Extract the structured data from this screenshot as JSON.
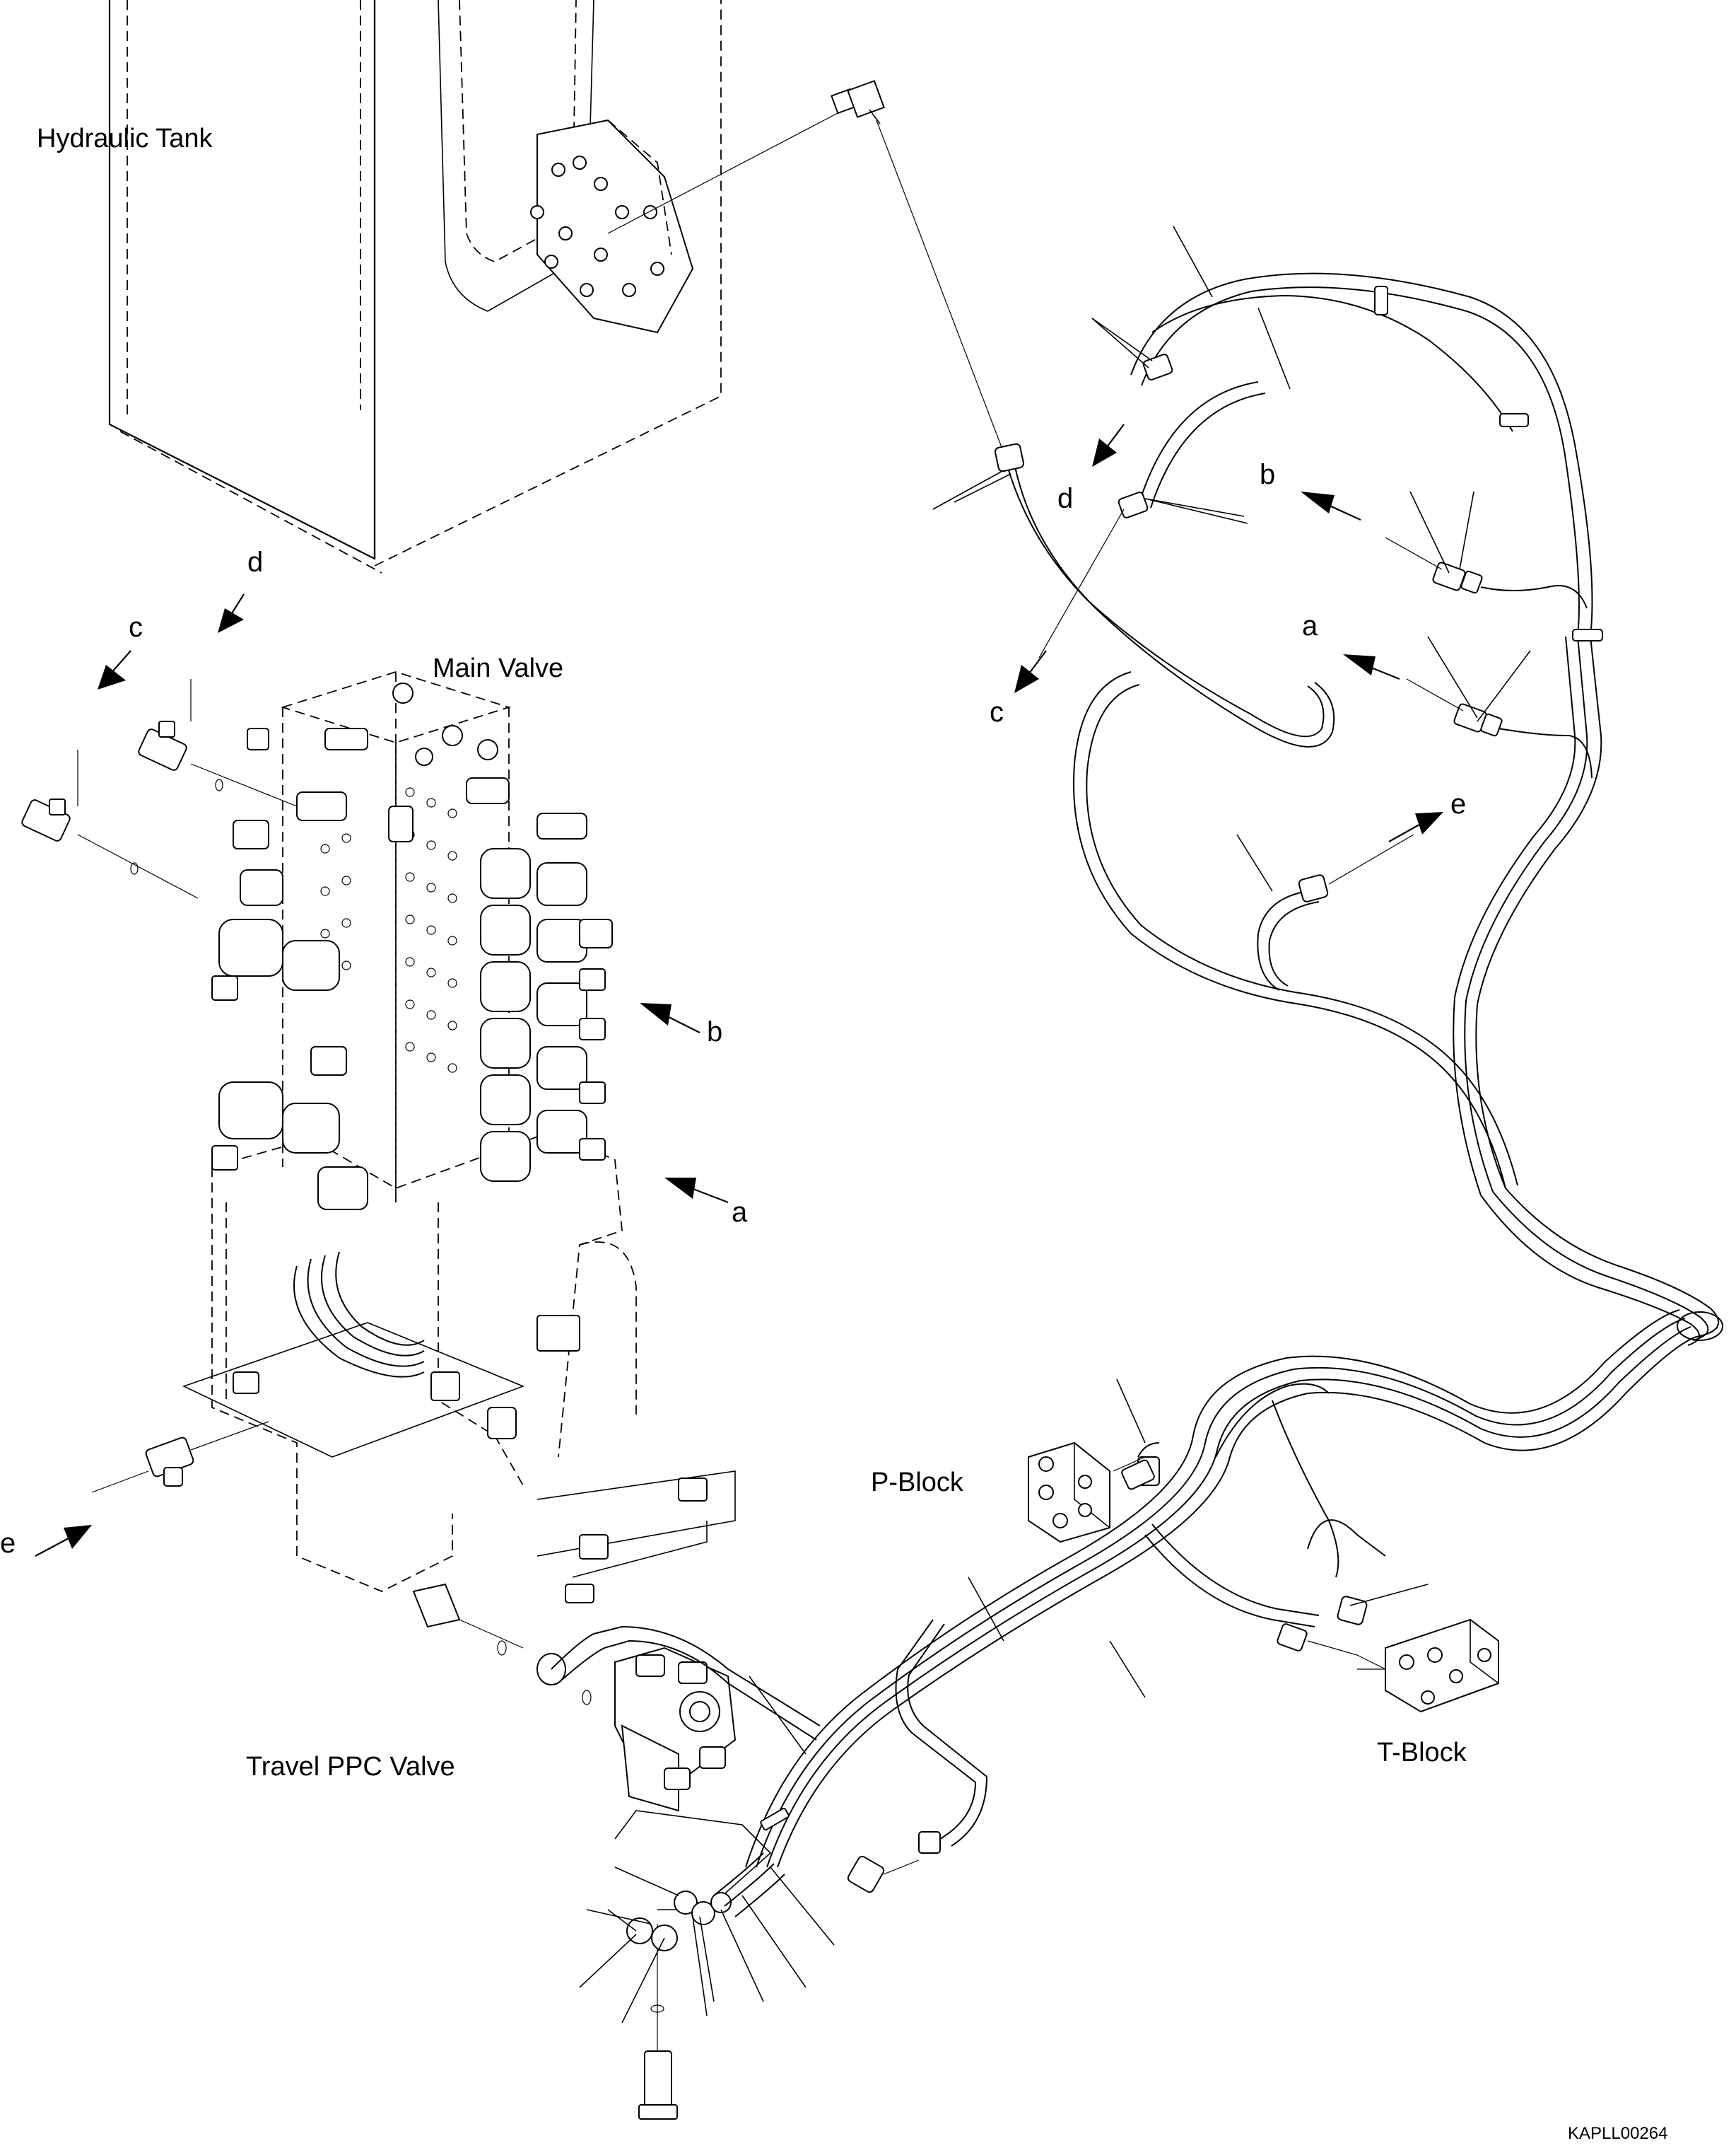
{
  "labels": {
    "hydraulic_tank": "Hydraulic Tank",
    "main_valve": "Main Valve",
    "p_block": "P-Block",
    "t_block": "T-Block",
    "travel_ppc_valve": "Travel PPC Valve",
    "drawing_code": "KAPLL00264"
  },
  "connection_letters": {
    "a": "a",
    "b": "b",
    "c": "c",
    "d": "d",
    "e": "e"
  }
}
